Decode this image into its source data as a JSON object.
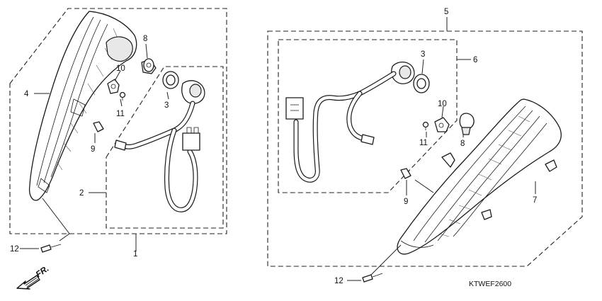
{
  "callouts": {
    "c1": "1",
    "c2": "2",
    "c3a": "3",
    "c4": "4",
    "c5": "5",
    "c6": "6",
    "c7": "7",
    "c8a": "8",
    "c9a": "9",
    "c10a": "10",
    "c11a": "11",
    "c12a": "12",
    "c3b": "3",
    "c8b": "8",
    "c9b": "9",
    "c10b": "10",
    "c11b": "11",
    "c12b": "12"
  },
  "direction_label": "FR.",
  "diagram_code": "KTWEF2600"
}
